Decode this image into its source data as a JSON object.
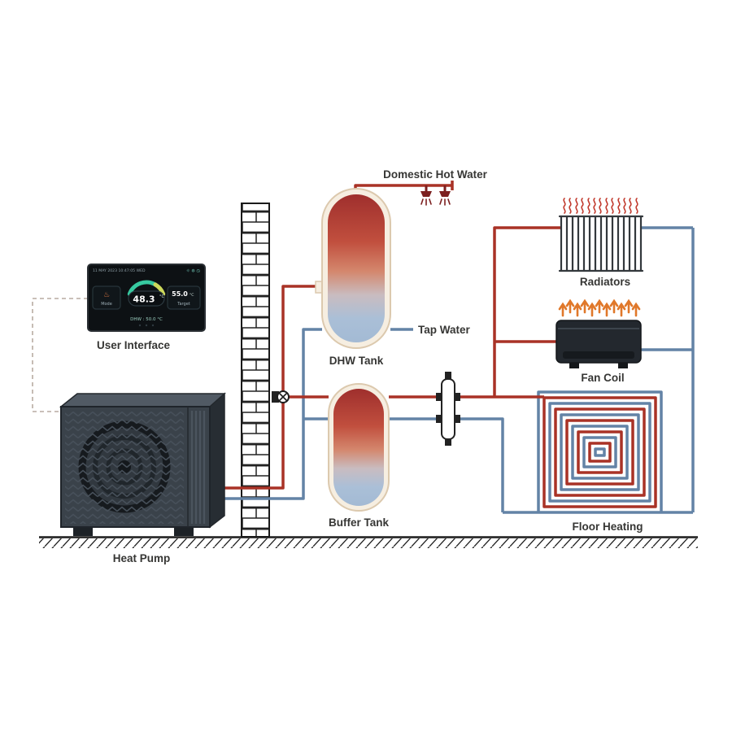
{
  "colors": {
    "supply": "#a93226",
    "return": "#6383a6",
    "heat_arrow": "#e0782a",
    "radiator_heat": "#c23b2e",
    "shower": "#7c1f1f",
    "tank_hot": "#9f2f2d",
    "tank_cold": "#a3bad4",
    "dashed_link": "#b8aca2",
    "ground": "#1c1c1c"
  },
  "labels": {
    "heat_pump": "Heat Pump",
    "user_interface": "User Interface",
    "dhw_tank": "DHW Tank",
    "buffer_tank": "Buffer Tank",
    "domestic_hot_water": "Domestic Hot Water",
    "tap_water": "Tap Water",
    "radiators": "Radiators",
    "fan_coil": "Fan Coil",
    "floor_heating": "Floor Heating"
  },
  "controller": {
    "status_left": "11 MAY 2023 10:47:05 WED",
    "status_icons": "☼ ⚙ ◷",
    "mode_icon": "♨",
    "mode_label": "Mode",
    "current_value": "48.3",
    "current_unit": "°C",
    "target_value": "55.0",
    "target_unit": "°C",
    "target_label": "Target",
    "footer": "DHW : 50.0 °C"
  }
}
